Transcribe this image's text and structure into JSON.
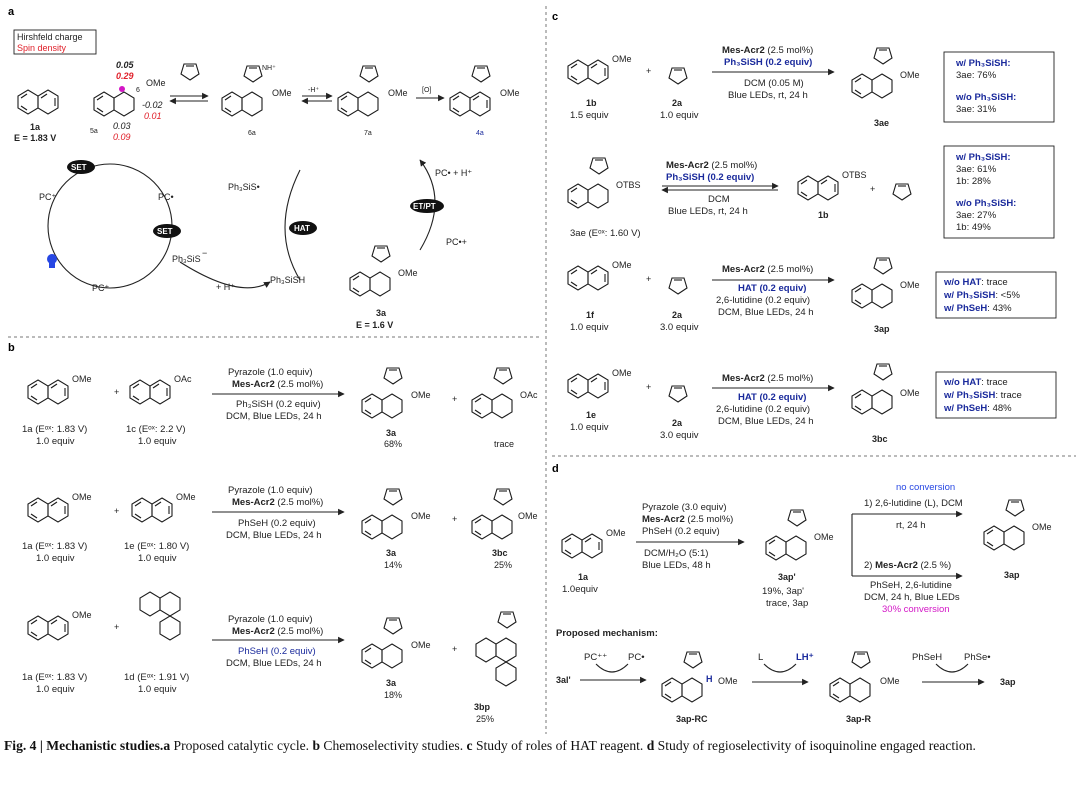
{
  "panel_labels": {
    "a": "a",
    "b": "b",
    "c": "c",
    "d": "d"
  },
  "panel_a": {
    "legend_1": "Hirshfeld charge",
    "legend_2": "Spin density",
    "c1a": "1a",
    "e1a": "E = 1.83 V",
    "c5a": "5a",
    "charge_top": "0.05",
    "spin_top": "0.29",
    "charge_6": "-0.02",
    "spin_6": "0.01",
    "charge_low": "0.03",
    "spin_low": "0.09",
    "pos6": "6",
    "ome": "OMe",
    "c6a": "6a",
    "c7a": "7a",
    "c4a": "4a",
    "nh_plus": "NH⁺",
    "minus_h": "-H⁺",
    "ox": "[O]",
    "c3a": "3a",
    "e3a": "E = 1.6 V",
    "set1": "SET",
    "set2": "SET",
    "hat": "HAT",
    "etpt": "ET/PT",
    "pc_rad_cat_1": "PC⁺",
    "pc_rad_1": "PC•",
    "pc_rad_cat_2": "PC⁺",
    "pc_1": "PC⁺",
    "ph3sis_rad": "Ph₃SiS•",
    "ph3sis_anion": "Ph₃SiS",
    "minus": "−",
    "plus_h": "+ H⁺",
    "ph3sish": "Ph₃SiSH",
    "pc_h": "PC• + H⁺",
    "pc_cat": "PC•+"
  },
  "panel_b": {
    "r1": {
      "c1a": "1a (Eᵒˣ: 1.83 V)",
      "eq1": "1.0 equiv",
      "c1c": "1c (Eᵒˣ: 2.2 V)",
      "eq2": "1.0 equiv",
      "oac": "OAc",
      "ome": "OMe",
      "cond1": "Pyrazole (1.0 equiv)",
      "cond2": "Mes-Acr2",
      "cond2b": " (2.5 mol%)",
      "cond3": "Ph₃SiSH (0.2 equiv)",
      "cond4": "DCM, Blue LEDs, 24 h",
      "p1": "3a",
      "y1": "68%",
      "y2": "trace"
    },
    "r2": {
      "c1a": "1a (Eᵒˣ: 1.83 V)",
      "eq1": "1.0 equiv",
      "c1e": "1e (Eᵒˣ: 1.80 V)",
      "eq2": "1.0 equiv",
      "cond1": "Pyrazole (1.0 equiv)",
      "cond2": "Mes-Acr2",
      "cond2b": " (2.5 mol%)",
      "cond3": "PhSeH (0.2 equiv)",
      "cond4": "DCM, Blue LEDs, 24 h",
      "p1": "3a",
      "y1": "14%",
      "p2": "3bc",
      "y2": "25%"
    },
    "r3": {
      "c1a": "1a (Eᵒˣ: 1.83 V)",
      "eq1": "1.0 equiv",
      "c1d": "1d (Eᵒˣ: 1.91 V)",
      "eq2": "1.0 equiv",
      "cond1": "Pyrazole (1.0 equiv)",
      "cond2": "Mes-Acr2",
      "cond2b": " (2.5 mol%)",
      "cond3": "PhSeH (0.2 equiv)",
      "cond4": "DCM, Blue LEDs, 24 h",
      "p1": "3a",
      "y1": "18%",
      "p2": "3bp",
      "y2": "25%"
    }
  },
  "panel_c": {
    "r1": {
      "c1b": "1b",
      "eq1": "1.5 equiv",
      "c2a": "2a",
      "eq2": "1.0 equiv",
      "cond1": "Mes-Acr2",
      "cond1b": " (2.5 mol%)",
      "cond2": "Ph₃SiSH (0.2 equiv)",
      "cond3": "DCM (0.05 M)",
      "cond4": "Blue LEDs, rt, 24 h",
      "prod": "3ae",
      "box1": "w/ Ph₃SiSH:",
      "box2": "3ae: 76%",
      "box3": "w/o Ph₃SiSH:",
      "box4": "3ae: 31%"
    },
    "r2": {
      "sm": "3ae (Eᵒˣ: 1.60 V)",
      "otbs": "OTBS",
      "cond1": "Mes-Acr2",
      "cond1b": " (2.5 mol%)",
      "cond2": "Ph₃SiSH (0.2 equiv)",
      "cond3": "DCM",
      "cond4": "Blue LEDs, rt, 24 h",
      "prod": "1b",
      "box1": "w/ Ph₃SiSH:",
      "box2": "3ae: 61%",
      "box3": "1b: 28%",
      "box4": "w/o Ph₃SiSH:",
      "box5": "3ae: 27%",
      "box6": "1b: 49%"
    },
    "r3": {
      "c1f": "1f",
      "eq1": "1.0 equiv",
      "c2a": "2a",
      "eq2": "3.0 equiv",
      "cond1": "Mes-Acr2",
      "cond1b": " (2.5 mol%)",
      "cond2": "HAT (0.2 equiv)",
      "cond3": "2,6-lutidine (0.2 equiv)",
      "cond4": "DCM, Blue LEDs, 24 h",
      "prod": "3ap",
      "box1": "w/o HAT",
      "box1b": ": trace",
      "box2": "w/ Ph₃SiSH",
      "box2b": ": <5%",
      "box3": "w/ PhSeH",
      "box3b": ": 43%"
    },
    "r4": {
      "c1e": "1e",
      "eq1": "1.0 equiv",
      "c2a": "2a",
      "eq2": "3.0 equiv",
      "cond1": "Mes-Acr2",
      "cond1b": " (2.5 mol%)",
      "cond2": "HAT (0.2 equiv)",
      "cond3": "2,6-lutidine (0.2 equiv)",
      "cond4": "DCM, Blue LEDs, 24 h",
      "prod": "3bc",
      "box1": "w/o HAT",
      "box1b": ": trace",
      "box2": "w/ Ph₃SiSH",
      "box2b": ": trace",
      "box3": "w/ PhSeH",
      "box3b": ": 48%"
    }
  },
  "panel_d": {
    "c1a": "1a",
    "eq1": "1.0equiv",
    "cond1": "Pyrazole (3.0 equiv)",
    "cond2": "Mes-Acr2",
    "cond2b": " (2.5 mol%)",
    "cond3": "PhSeH (0.2 equiv)",
    "cond4": "DCM/H₂O (5:1)",
    "cond5": "Blue LEDs, 48 h",
    "mid": "3ap'",
    "y1": "19%, 3ap'",
    "y2": "trace, 3ap",
    "noconv": "no conversion",
    "s1": "1) 2,6-lutidine (L), DCM",
    "s1b": "rt, 24 h",
    "s2": "2) ",
    "s2b": "Mes-Acr2",
    "s2c": " (2.5 %)",
    "s3": "PhSeH, 2,6-lutidine",
    "s4": "DCM, 24 h, Blue LEDs",
    "conv": "30% conversion",
    "prod": "3ap",
    "mech_title": "Proposed mechanism:",
    "m_start": "3al'",
    "m_pc1": "PC⁺⁺",
    "m_pc2": "PC•",
    "m_l": "L",
    "m_lh": "LH⁺",
    "m_h": "H",
    "m_rc": "3ap-RC",
    "m_r": "3ap-R",
    "m_phseh": "PhSeH",
    "m_phse": "PhSe•",
    "m_end": "3ap"
  },
  "caption": {
    "fig": "Fig. 4 | Mechanistic studies.",
    "a": "a",
    "a_t": " Proposed catalytic cycle. ",
    "b": "b",
    "b_t": " Chemoselectivity studies. ",
    "c": "c",
    "c_t": " Study of roles of HAT reagent. ",
    "d": "d",
    "d_t": " Study of regioselectivity of isoquinoline engaged reaction."
  }
}
